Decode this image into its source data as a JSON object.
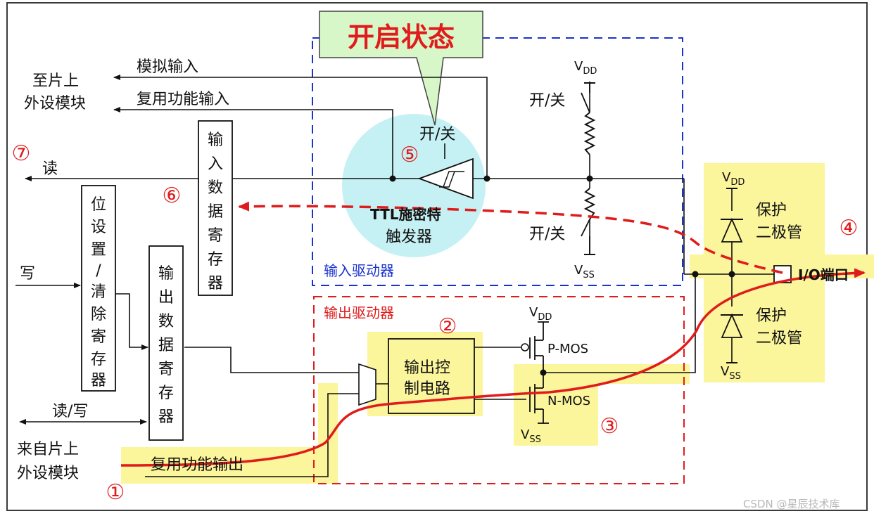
{
  "title_callout": "开启状态",
  "peripheral_in": {
    "line1": "至片上",
    "line2": "外设模块"
  },
  "peripheral_out": {
    "line1": "来自片上",
    "line2": "外设模块"
  },
  "signals": {
    "analog_input": "模拟输入",
    "alt_function_input": "复用功能输入",
    "read": "读",
    "write": "写",
    "read_write": "读/写",
    "alt_function_output": "复用功能输出"
  },
  "registers": {
    "input_data": [
      "输",
      "入",
      "数",
      "据",
      "寄",
      "存",
      "器"
    ],
    "bit_set_reset": [
      "位",
      "设",
      "置",
      "/",
      "清",
      "除",
      "寄",
      "存",
      "器"
    ],
    "output_data": [
      "输",
      "出",
      "数",
      "据",
      "寄",
      "存",
      "器"
    ]
  },
  "input_driver": {
    "label": "输入驱动器",
    "switch_label": "开/关",
    "schmitt_line1": "TTL施密特",
    "schmitt_line2": "触发器"
  },
  "output_driver": {
    "label": "输出驱动器",
    "control_line1": "输出控",
    "control_line2": "制电路",
    "pmos": "P-MOS",
    "nmos": "N-MOS"
  },
  "supply": {
    "vdd_main": "V",
    "vdd_sub": "DD",
    "vss_main": "V",
    "vss_sub": "SS"
  },
  "protection": {
    "line1": "保护",
    "line2": "二极管"
  },
  "io_port": "I/O端口",
  "step_numbers": [
    "①",
    "②",
    "③",
    "④",
    "⑤",
    "⑥",
    "⑦"
  ],
  "watermark": "CSDN @星辰技术库",
  "colors": {
    "highlight": "#fbf59c",
    "cyan_circle": "#c6f1f4",
    "callout_fill": "#d8f7c8",
    "red": "#e01b1b",
    "blue_dash": "#1a33cc"
  }
}
